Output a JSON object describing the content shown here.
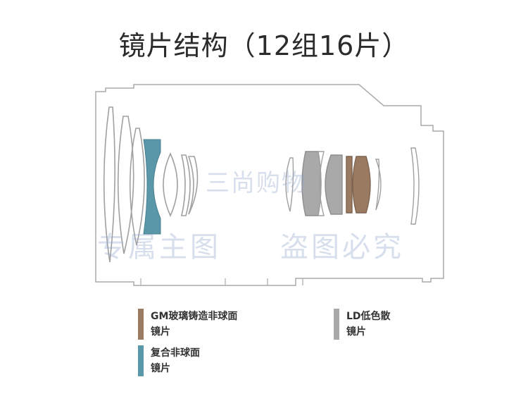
{
  "title": "镜片结构（12组16片）",
  "watermarks": {
    "center": "三尚购物",
    "left": "专属主图",
    "right": "盗图必究"
  },
  "colors": {
    "gm_aspherical": "#9a7b62",
    "hybrid_aspherical": "#5a97a8",
    "ld": "#a9a9a9",
    "outline": "#a8a8a8",
    "watermark": "#8fa3c8"
  },
  "legend": [
    {
      "line1": "GM玻璃铸造非球面",
      "line2": "镜片",
      "color": "#9a7b62"
    },
    {
      "line1": "LD低色散",
      "line2": "镜片",
      "color": "#a9a9a9"
    },
    {
      "line1": "复合非球面",
      "line2": "镜片",
      "color": "#5a97a8"
    }
  ]
}
